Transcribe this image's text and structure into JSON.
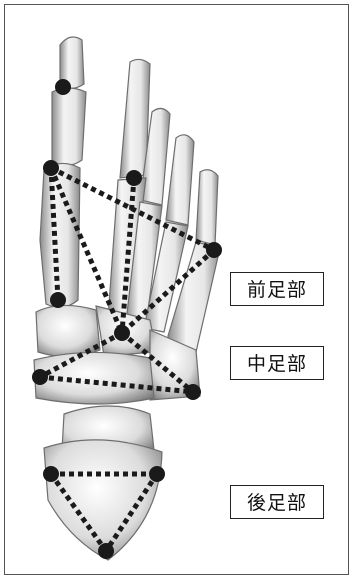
{
  "labels": {
    "forefoot": "前足部",
    "midfoot": "中足部",
    "rearfoot": "後足部"
  },
  "colors": {
    "bone_fill": "#efefef",
    "bone_shade": "#9a9a9a",
    "marker": "#1a1a1a",
    "dotted_line": "#1a1a1a",
    "border": "#555555"
  }
}
